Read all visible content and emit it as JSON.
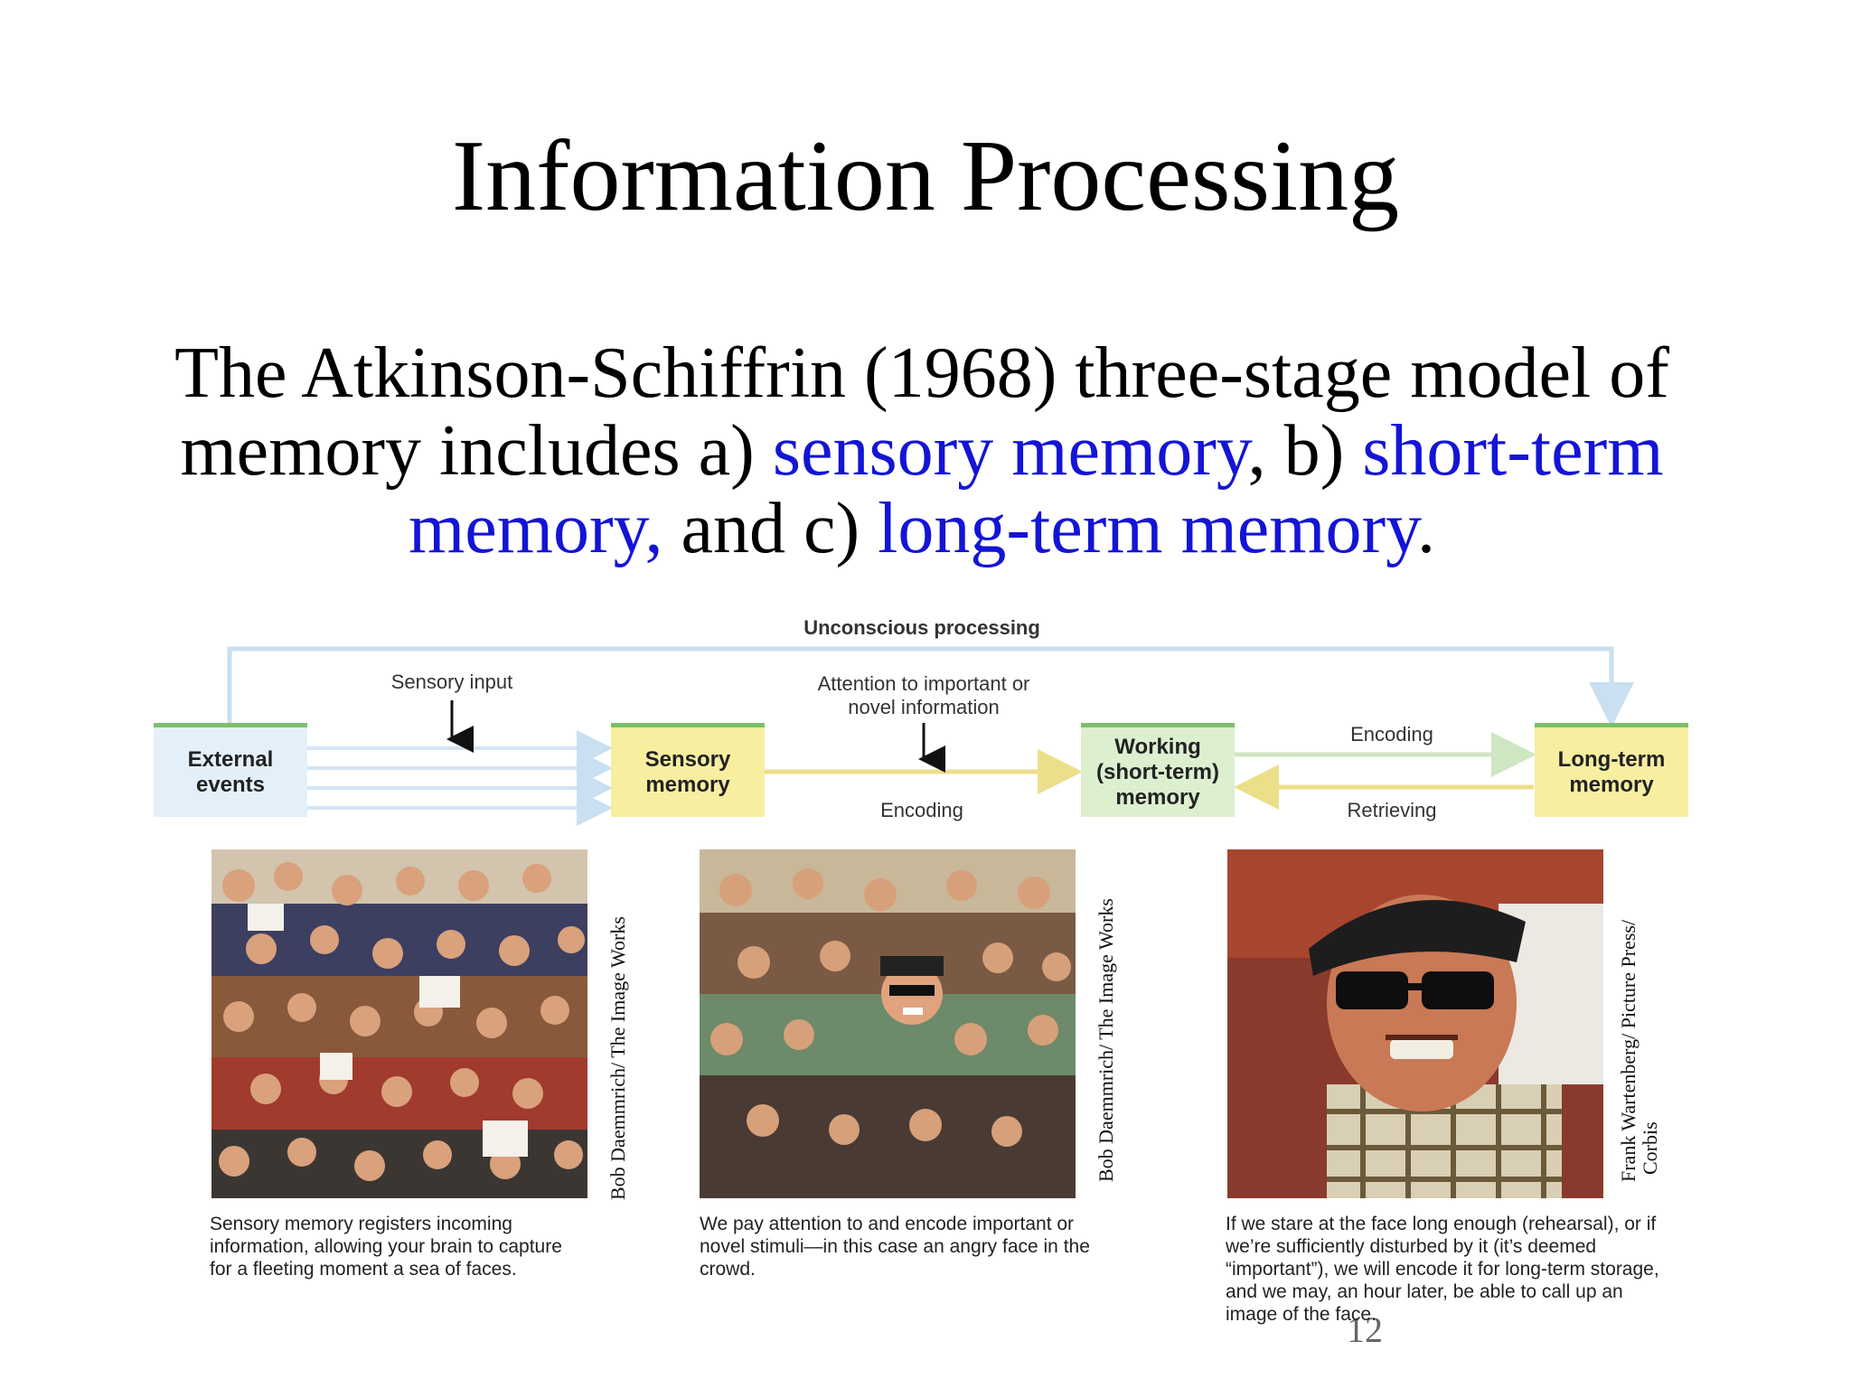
{
  "slide": {
    "title": "Information Processing",
    "intro": {
      "part1": "The Atkinson-Schiffrin (1968) three-stage model of memory includes a) ",
      "term1": "sensory memory",
      "part2": ", b) ",
      "term2": "short-term memory,",
      "part3": " and c) ",
      "term3": "long-term memory",
      "part4": "."
    },
    "page_number": "12"
  },
  "diagram": {
    "unconscious_label": "Unconscious processing",
    "sensory_input_label": "Sensory input",
    "attention_label": "Attention to important or novel information",
    "encoding_label_1": "Encoding",
    "encoding_label_2": "Encoding",
    "retrieving_label": "Retrieving",
    "boxes": {
      "external": "External events",
      "sensory": "Sensory memory",
      "working": "Working (short-term) memory",
      "longterm": "Long-term memory"
    }
  },
  "photos": [
    {
      "credit": "Bob Daemmrich/ The Image Works",
      "caption": "Sensory memory registers incoming information, allowing your brain to capture for a fleeting moment a sea of faces."
    },
    {
      "credit": "Bob Daemmrich/ The Image Works",
      "caption": "We pay attention to and encode important or novel stimuli—in this case an angry face in the crowd."
    },
    {
      "credit_line1": "Frank Wartenberg/ Picture Press/",
      "credit_line2": "Corbis",
      "caption": "If we stare at the face long enough (rehearsal), or if we’re sufficiently disturbed by it (it’s deemed “important”), we will encode it for long-term storage, and we may, an hour later, be able to call up an image of the face."
    }
  ],
  "colors": {
    "term_blue": "#1414d6",
    "box_blue": "#e3f0fa",
    "box_yellow": "#f7eea0",
    "box_green": "#dcefcf",
    "box_border_green": "#7cc06a"
  }
}
